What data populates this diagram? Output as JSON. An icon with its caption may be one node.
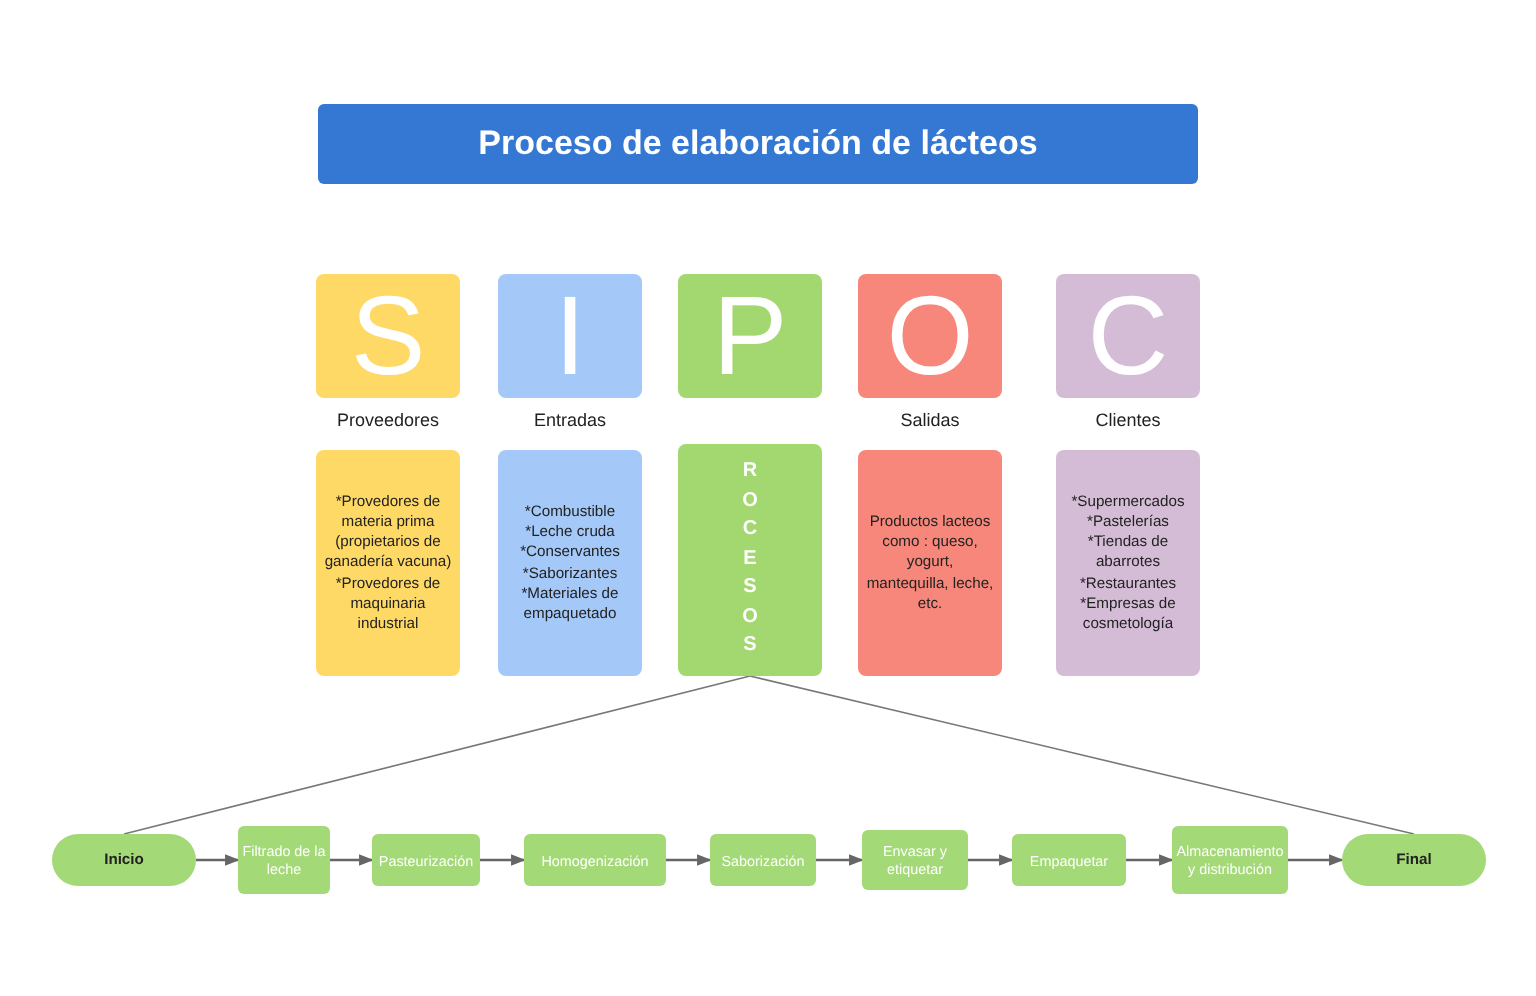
{
  "diagram": {
    "title": "Proceso de elaboración de lácteos",
    "nodes": [
      {
        "text": [
          "S",
          "Proveedores"
        ]
      },
      {
        "text": [
          "I",
          "Entradas"
        ]
      },
      {
        "text": [
          "P"
        ]
      },
      {
        "text": [
          "O",
          "Salidas"
        ]
      },
      {
        "text": [
          "C",
          "Clientes"
        ]
      },
      {
        "text": [
          "*Provedores de materia prima (propietarios de ganadería vacuna)",
          "*Provedores de maquinaria industrial"
        ]
      },
      {
        "text": [
          "*Combustible",
          "*Leche cruda",
          "*Conservantes",
          "*Saborizantes",
          "*Materiales de empaquetado"
        ]
      },
      {
        "text": [
          "ROCESOS"
        ]
      },
      {
        "text": [
          "Productos lacteos como : queso, yogurt, mantequilla, leche, etc."
        ]
      },
      {
        "text": [
          "*Supermercados",
          "*Pastelerías",
          "*Tiendas de abarrotes",
          "*Restaurantes",
          "*Empresas de cosmetología"
        ]
      },
      {
        "text": [
          "Inicio"
        ]
      },
      {
        "text": [
          "Filtrado de la leche"
        ]
      },
      {
        "text": [
          "Pasteurización"
        ]
      },
      {
        "text": [
          "Homogenización"
        ]
      },
      {
        "text": [
          "Saborización"
        ]
      },
      {
        "text": [
          "Envasar y etiquetar"
        ]
      },
      {
        "text": [
          "Empaquetar"
        ]
      },
      {
        "text": [
          "Almacenamiento y distribución"
        ]
      },
      {
        "text": [
          "Final"
        ]
      }
    ],
    "edges": [
      {
        "from": 7,
        "to": 10,
        "arrow": "none"
      },
      {
        "from": 7,
        "to": 18,
        "arrow": "none"
      },
      {
        "from": 10,
        "to": 11,
        "arrow": "to"
      },
      {
        "from": 11,
        "to": 12,
        "arrow": "to"
      },
      {
        "from": 12,
        "to": 13,
        "arrow": "to"
      },
      {
        "from": 13,
        "to": 14,
        "arrow": "to"
      },
      {
        "from": 14,
        "to": 15,
        "arrow": "to"
      },
      {
        "from": 15,
        "to": 16,
        "arrow": "to"
      },
      {
        "from": 16,
        "to": 17,
        "arrow": "to"
      },
      {
        "from": 17,
        "to": 18,
        "arrow": "to"
      }
    ]
  }
}
